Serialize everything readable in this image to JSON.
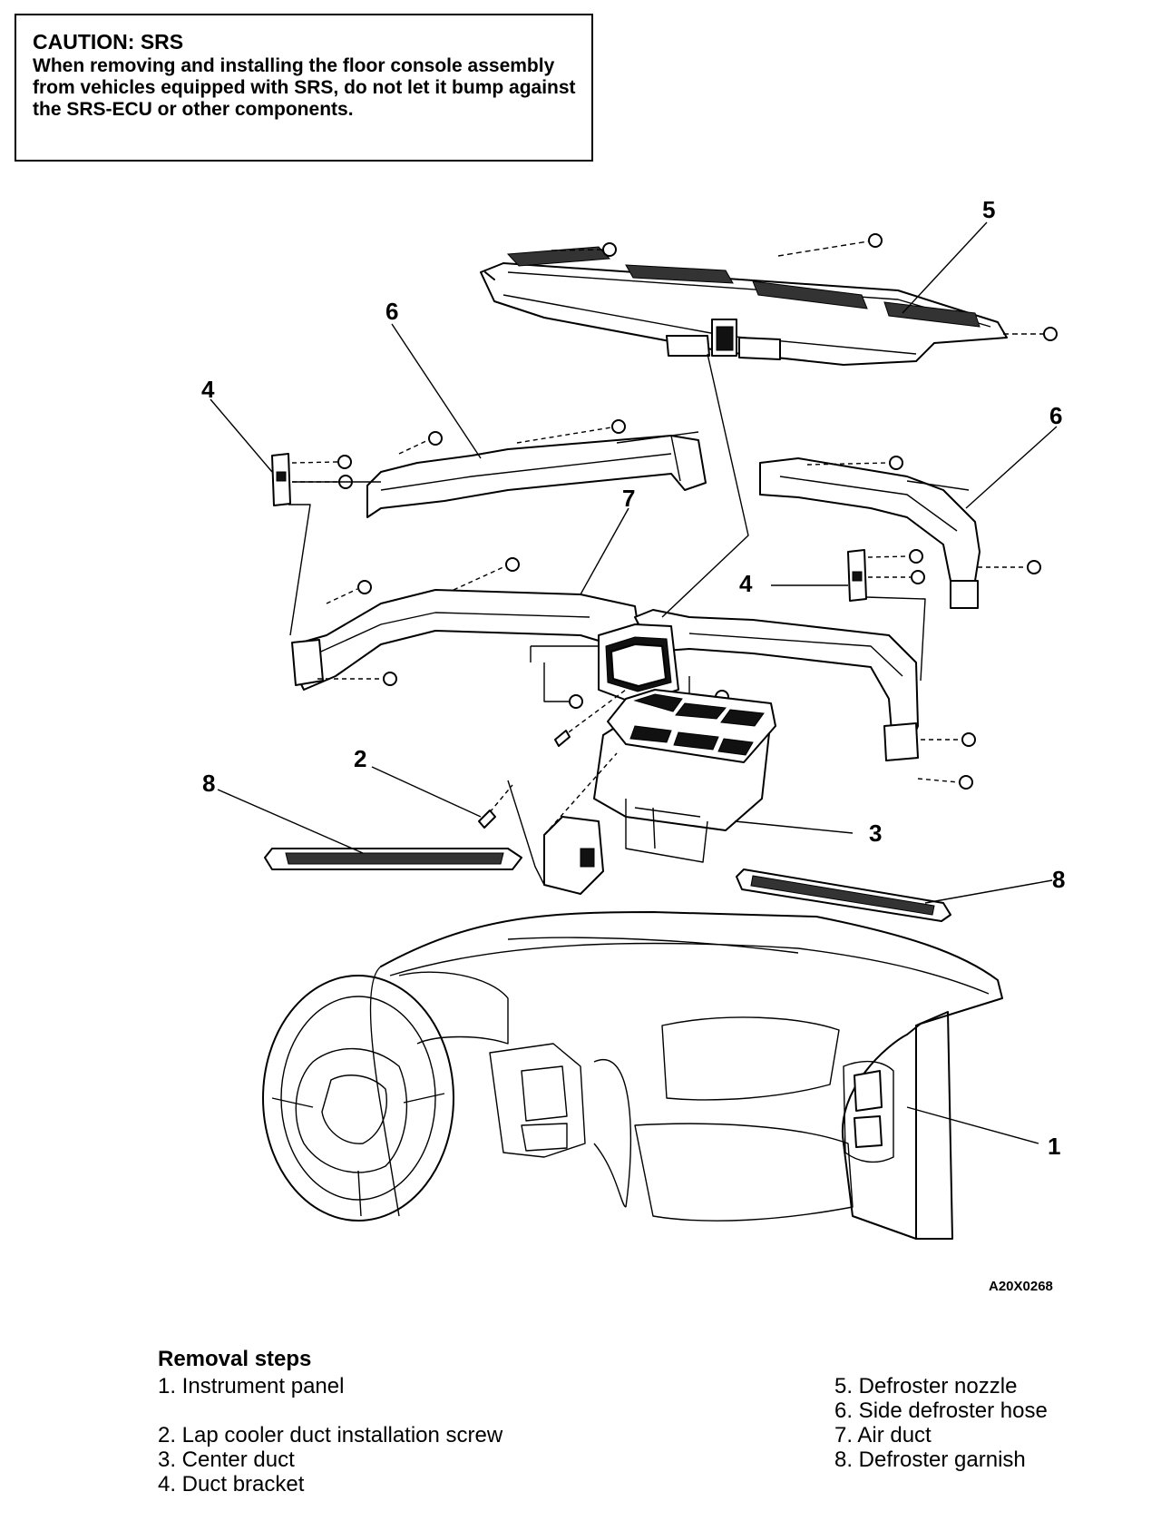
{
  "caution": {
    "title": "CAUTION: SRS",
    "body": "When removing and installing the floor console assembly from vehicles equipped with SRS, do not let it bump against the SRS-ECU or other components."
  },
  "figure_id": "A20X0268",
  "callouts": [
    "1",
    "2",
    "3",
    "4",
    "5",
    "6",
    "7",
    "8"
  ],
  "removal": {
    "title": "Removal steps",
    "left_steps": [
      "1. Instrument panel",
      "2. Lap cooler duct installation screw",
      "3. Center duct",
      "4. Duct bracket"
    ],
    "right_steps": [
      "5. Defroster nozzle",
      "6. Side defroster hose",
      "7. Air duct",
      "8. Defroster garnish"
    ]
  }
}
